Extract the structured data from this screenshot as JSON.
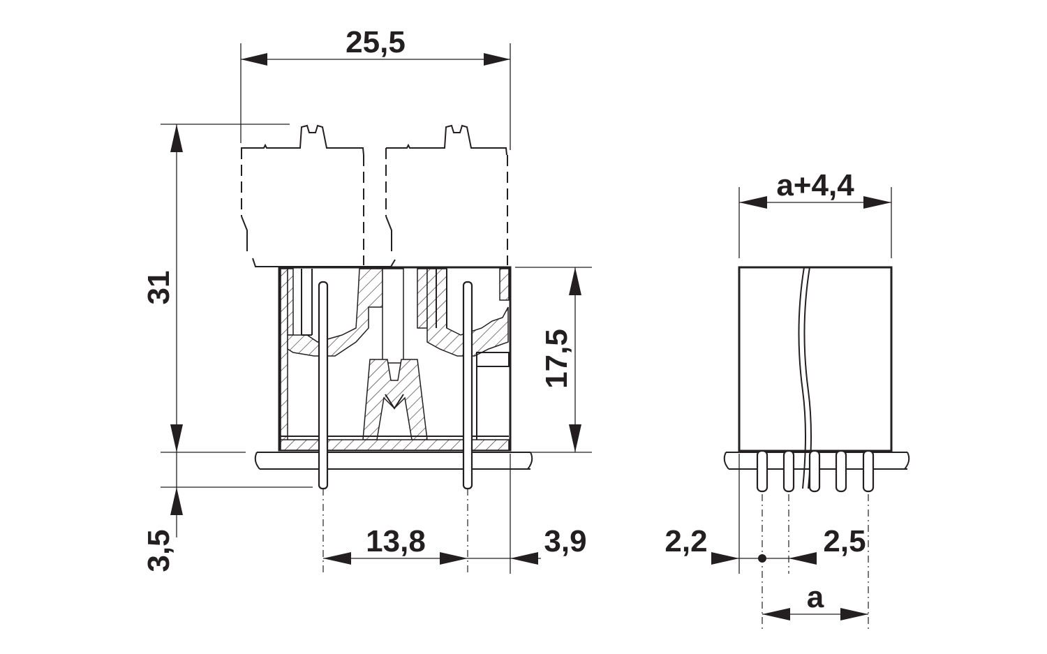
{
  "front_view": {
    "width_total": "25,5",
    "height_total": "31",
    "height_body": "17,5",
    "pin_length": "3,5",
    "pin_pitch": "13,8",
    "edge_offset": "3,9"
  },
  "side_view": {
    "width": "a+4,4",
    "left_offset": "2,2",
    "pitch": "2,5",
    "span": "a"
  },
  "colors": {
    "line": "#231f20",
    "background": "#ffffff"
  }
}
